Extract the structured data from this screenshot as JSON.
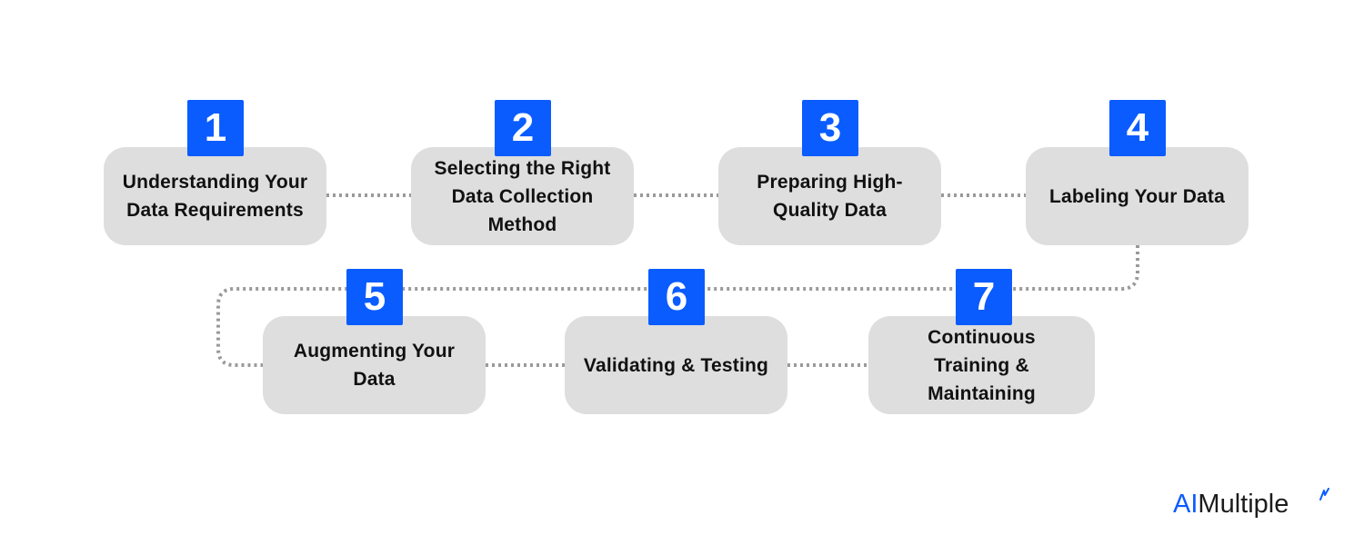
{
  "steps": [
    {
      "number": "1",
      "label": "Understanding Your Data Requirements"
    },
    {
      "number": "2",
      "label": "Selecting the Right Data Collection Method"
    },
    {
      "number": "3",
      "label": "Preparing High-Quality Data"
    },
    {
      "number": "4",
      "label": "Labeling Your Data"
    },
    {
      "number": "5",
      "label": "Augmenting Your Data"
    },
    {
      "number": "6",
      "label": "Validating & Testing"
    },
    {
      "number": "7",
      "label": "Continuous Training & Maintaining"
    }
  ],
  "brand": {
    "prefix": "AI",
    "suffix": "Multiple"
  },
  "colors": {
    "accent": "#0a5cff",
    "box": "#dedede",
    "connector": "#9a9a9a",
    "text": "#111111"
  }
}
